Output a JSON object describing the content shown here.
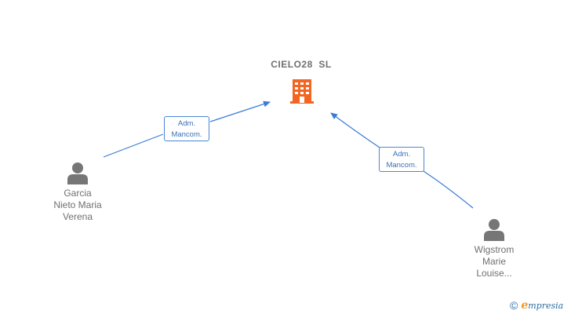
{
  "company": {
    "name": "CIELO28  SL",
    "icon": "building-icon",
    "color": "#f26522"
  },
  "people": [
    {
      "id": "garcia",
      "icon": "person-icon",
      "name_lines": [
        "Garcia",
        "Nieto Maria",
        "Verena"
      ],
      "role_lines": [
        "Adm.",
        "Mancom."
      ]
    },
    {
      "id": "wigstrom",
      "icon": "person-icon",
      "name_lines": [
        "Wigstrom",
        "Marie",
        "Louise..."
      ],
      "role_lines": [
        "Adm.",
        "Mancom."
      ]
    }
  ],
  "colors": {
    "edge": "#3a7bd5",
    "person": "#767676",
    "label_text": "#707070"
  },
  "watermark": {
    "copyright": "©",
    "brand_initial": "e",
    "brand_rest": "mpresia"
  }
}
